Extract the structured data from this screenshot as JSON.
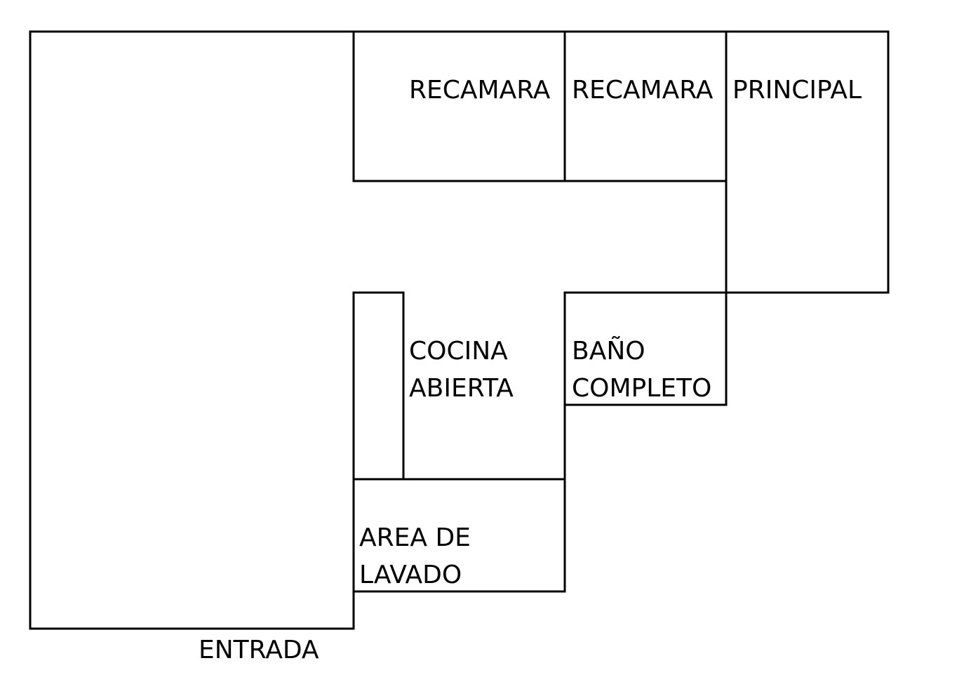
{
  "rooms": {
    "recamara_1": {
      "label": "RECAMARA"
    },
    "recamara_2": {
      "label": "RECAMARA"
    },
    "principal": {
      "label": "PRINCIPAL"
    },
    "cocina": {
      "line1": "COCINA",
      "line2": "ABIERTA"
    },
    "bano": {
      "line1": "BAÑO",
      "line2": "COMPLETO"
    },
    "area_lavado": {
      "line1": "AREA DE",
      "line2": "LAVADO"
    },
    "entrada": {
      "label": "ENTRADA"
    }
  },
  "colors": {
    "line": "#000000",
    "background": "#ffffff"
  }
}
